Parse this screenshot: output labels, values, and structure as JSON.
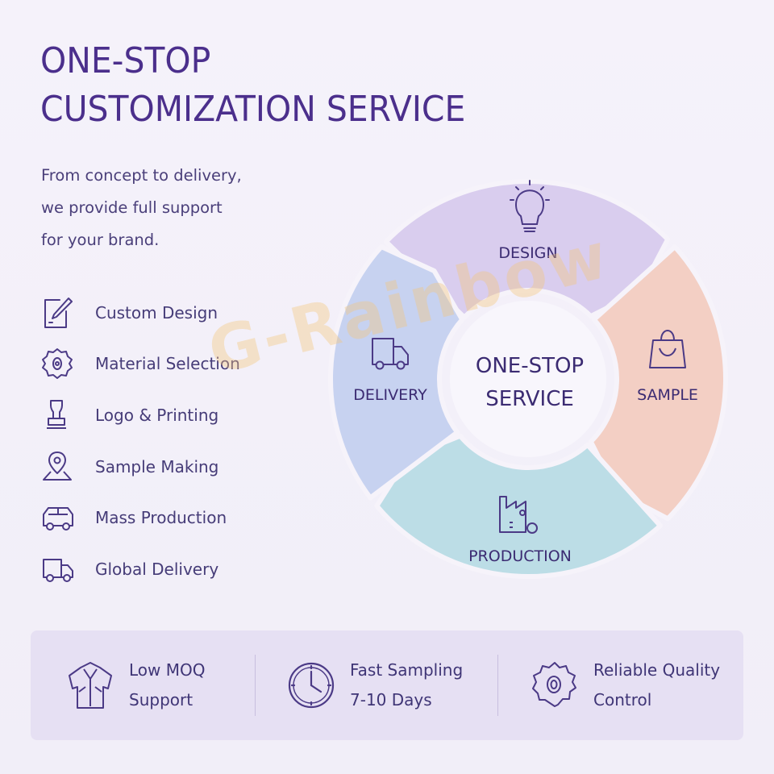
{
  "title": {
    "line1": "ONE-STOP",
    "line2": "CUSTOMIZATION SERVICE"
  },
  "subtitle": {
    "line1": "From concept to delivery,",
    "line2": "we provide full support",
    "line3": "for your brand."
  },
  "features": [
    {
      "label": "Custom Design",
      "icon": "pencil-square-icon"
    },
    {
      "label": "Material Selection",
      "icon": "fabric-badge-icon"
    },
    {
      "label": "Logo & Printing",
      "icon": "stamp-icon"
    },
    {
      "label": "Sample Making",
      "icon": "map-pin-icon"
    },
    {
      "label": "Mass Production",
      "icon": "van-icon"
    },
    {
      "label": "Global Delivery",
      "icon": "truck-icon"
    }
  ],
  "wheel": {
    "center_line1": "ONE-STOP",
    "center_line2": "SERVICE",
    "segments": [
      {
        "label": "DESIGN",
        "icon": "lightbulb-icon",
        "color": "#d9cdee"
      },
      {
        "label": "SAMPLE",
        "icon": "shopping-bag-icon",
        "color": "#f3cfc4"
      },
      {
        "label": "PRODUCTION",
        "icon": "factory-icon",
        "color": "#bcdde6"
      },
      {
        "label": "DELIVERY",
        "icon": "truck-icon",
        "color": "#c7d2f0"
      }
    ]
  },
  "bottom": [
    {
      "line1": "Low MOQ",
      "line2": "Support",
      "icon": "garment-icon"
    },
    {
      "line1": "Fast Sampling",
      "line2": "7-10 Days",
      "icon": "clock-icon"
    },
    {
      "line1": "Reliable Quality",
      "line2": "Control",
      "icon": "quality-badge-icon"
    }
  ],
  "watermark": "G-Rainbow",
  "colors": {
    "title": "#4b2f8c",
    "icon": "#4b3a86",
    "panel": "#e6e0f3"
  }
}
